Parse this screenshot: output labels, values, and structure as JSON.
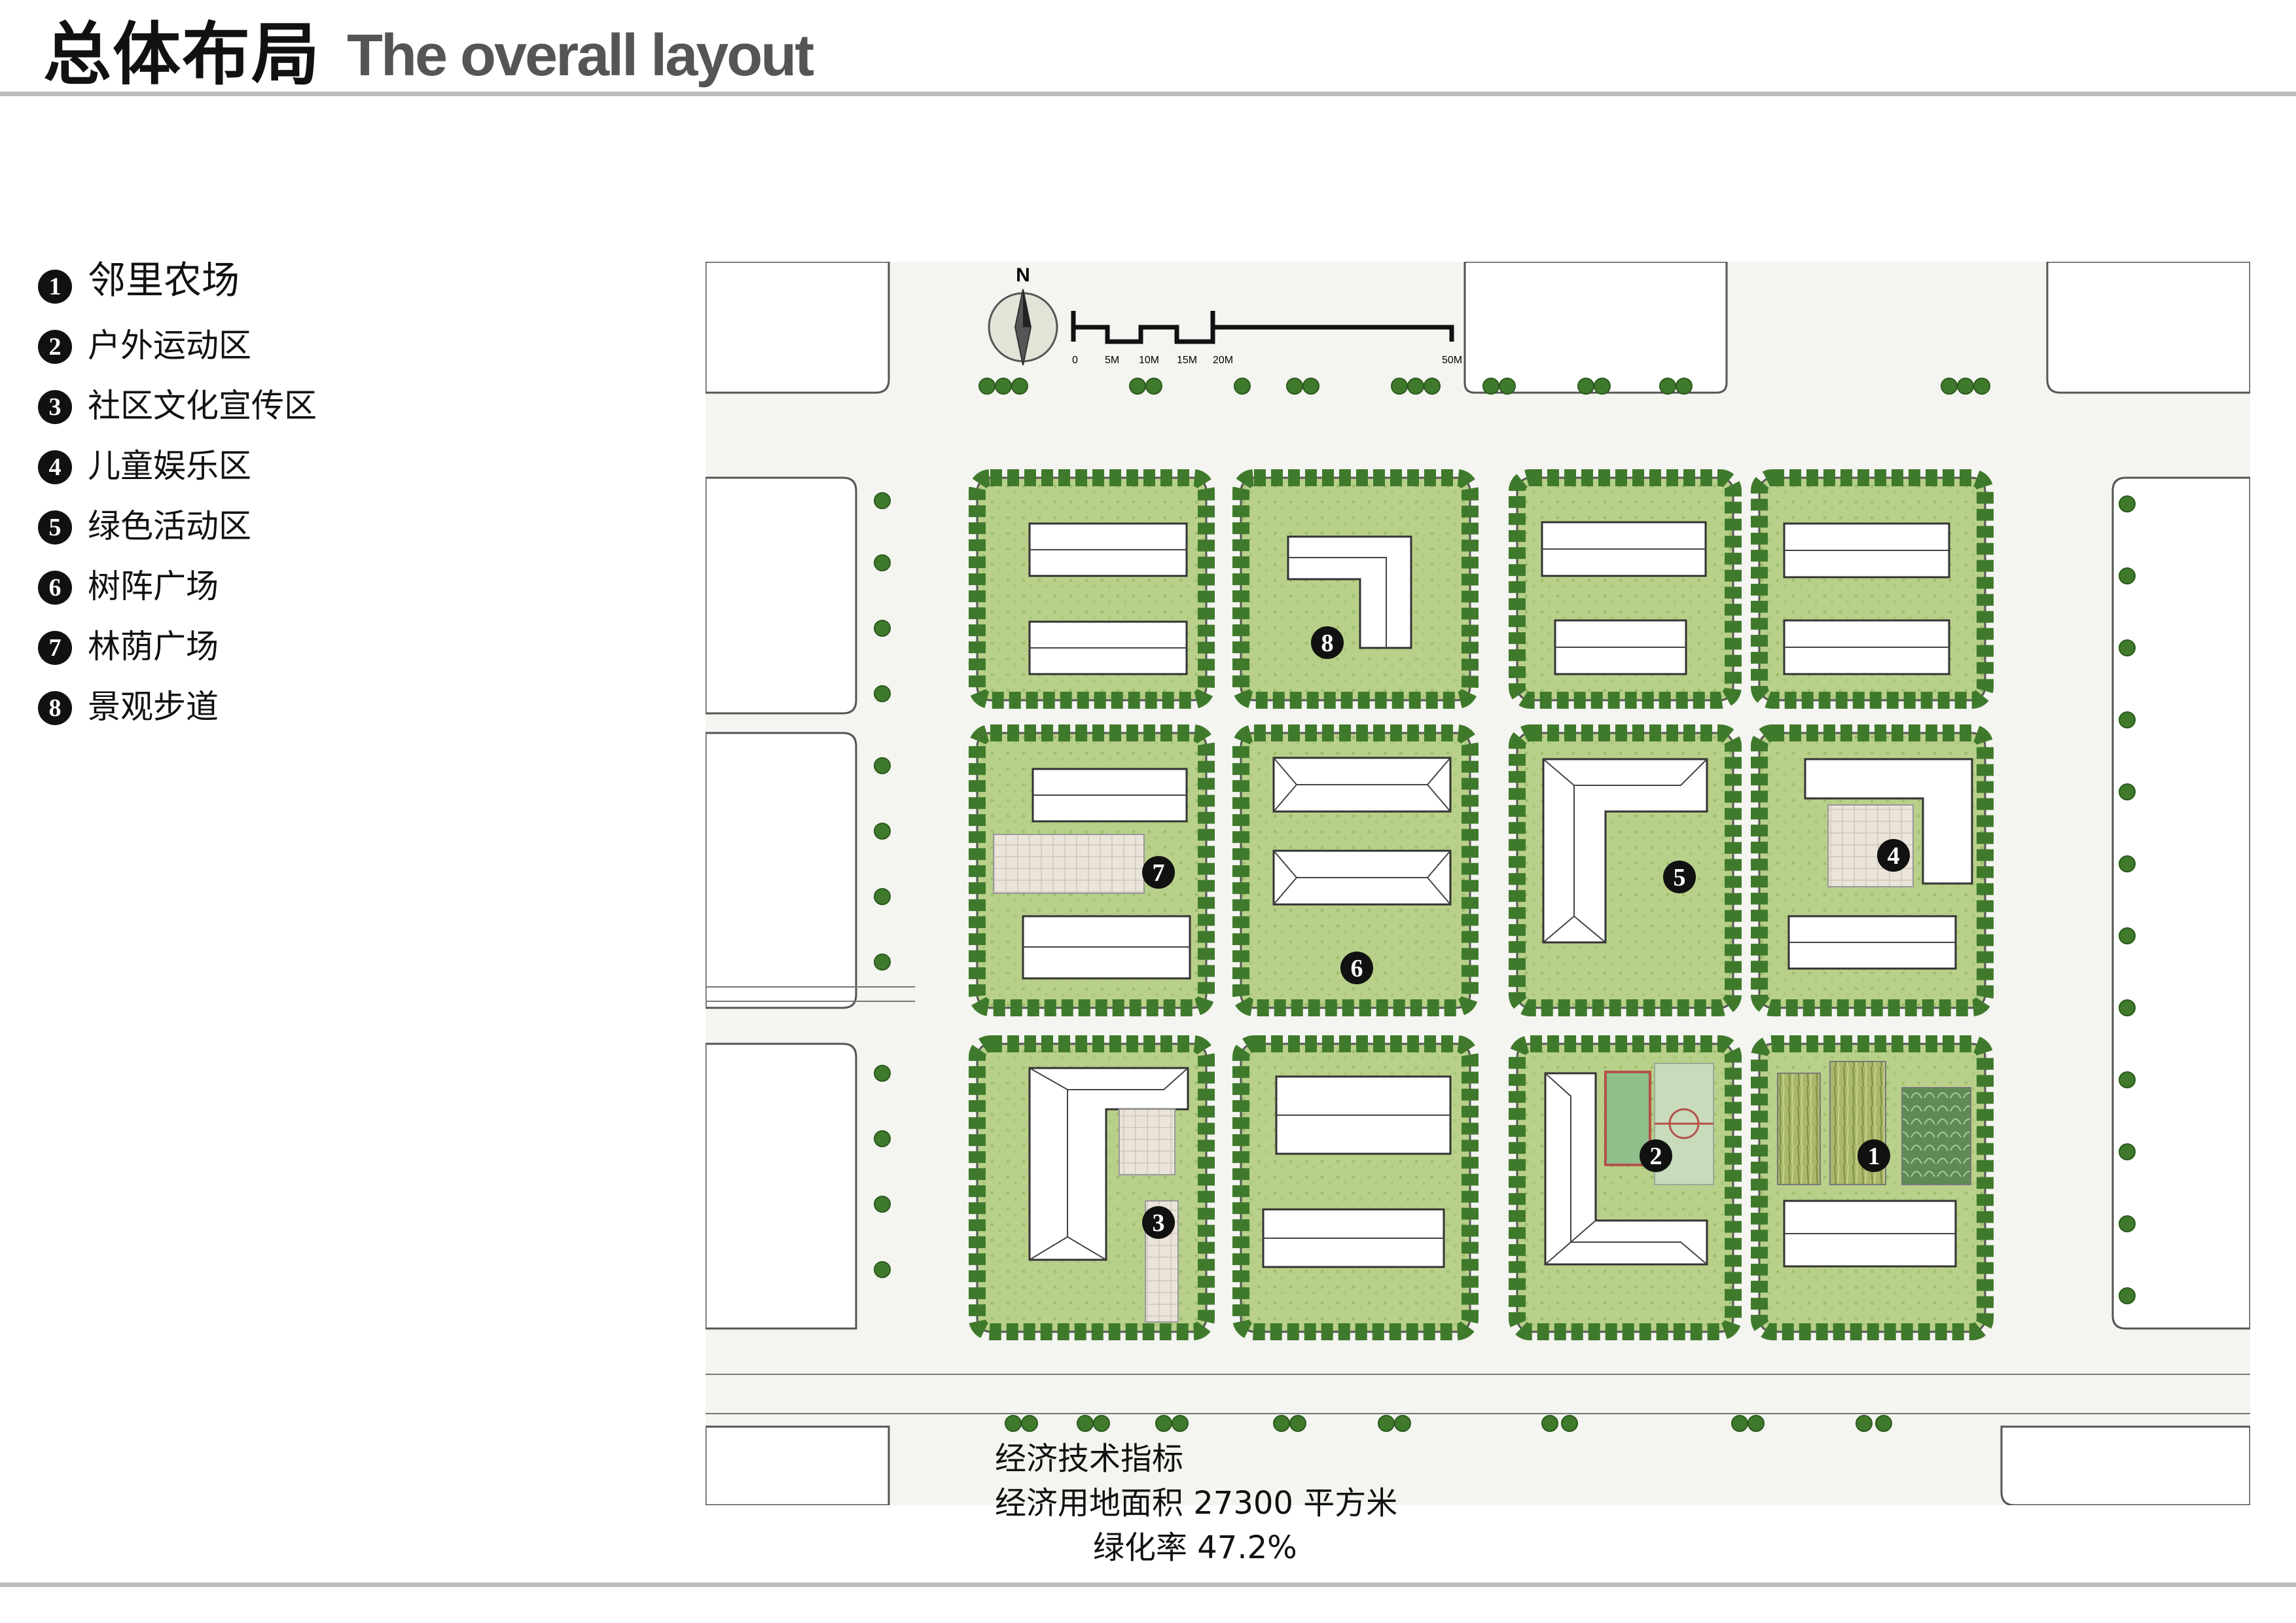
{
  "title_cn": "总体布局",
  "title_en": "The overall layout",
  "legend": [
    {
      "num": "1",
      "label": "邻里农场"
    },
    {
      "num": "2",
      "label": "户外运动区"
    },
    {
      "num": "3",
      "label": "社区文化宣传区"
    },
    {
      "num": "4",
      "label": "儿童娱乐区"
    },
    {
      "num": "5",
      "label": "绿色活动区"
    },
    {
      "num": "6",
      "label": "树阵广场"
    },
    {
      "num": "7",
      "label": "林荫广场"
    },
    {
      "num": "8",
      "label": "景观步道"
    }
  ],
  "compass": {
    "north": "N"
  },
  "scale_bar": [
    "0",
    "5M",
    "10M",
    "15M",
    "20M",
    "50M"
  ],
  "indicators": {
    "heading": "经济技术指标",
    "land_area": "经济用地面积 27300 平方米",
    "green_rate": "绿化率 47.2%"
  },
  "colors": {
    "tree": "#3f7a2c",
    "tree_dark": "#2c5a1e",
    "lawn": "#b8d08a",
    "road": "#f2f2ee",
    "badge": "#111111",
    "court": "#8fbf8a",
    "court_red": "#b5524a"
  }
}
